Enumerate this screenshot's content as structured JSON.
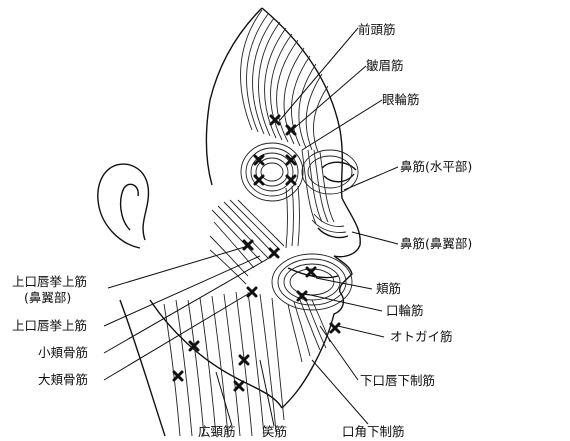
{
  "labels": {
    "frontalis": "前頭筋",
    "corrugator": "皺眉筋",
    "orbicularis_oculi": "眼輪筋",
    "nasalis_transverse": "鼻筋(水平部)",
    "nasalis_alar": "鼻筋(鼻翼部)",
    "buccinator": "頬筋",
    "orbicularis_oris": "口輪筋",
    "mentalis": "オトガイ筋",
    "depressor_labii": "下口唇下制筋",
    "depressor_anguli": "口角下制筋",
    "risorius": "笑筋",
    "platysma": "広頸筋",
    "zygomaticus_major": "大頬骨筋",
    "zygomaticus_minor": "小頬骨筋",
    "levator_labii": "上口唇挙上筋",
    "levator_labii_alae_1": "上口唇挙上筋",
    "levator_labii_alae_2": "(鼻翼部)"
  }
}
